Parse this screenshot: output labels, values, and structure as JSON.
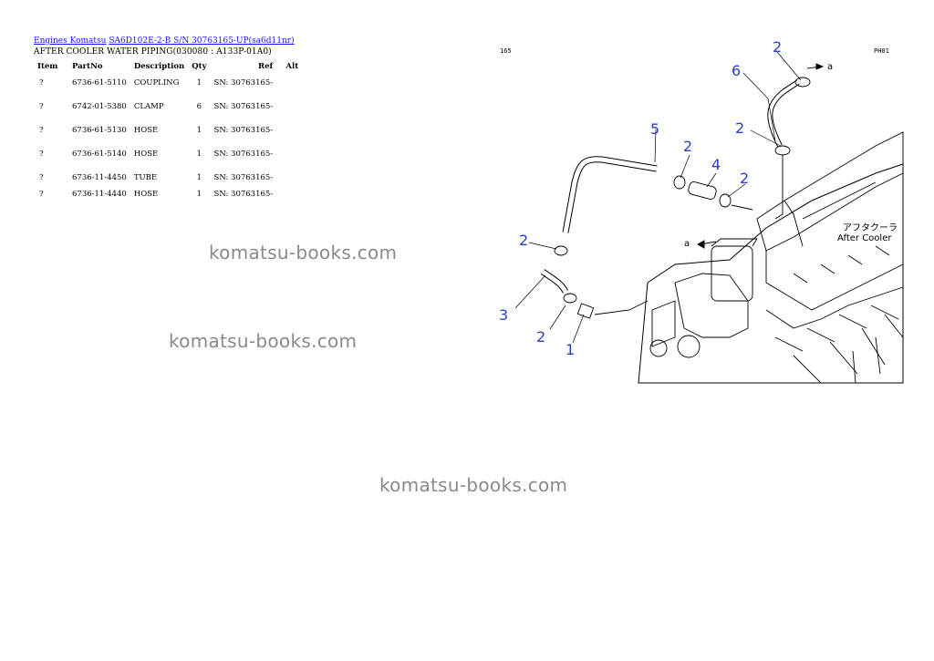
{
  "breadcrumb": {
    "link1": "Engines Komatsu",
    "link2": "SA6D102E-2-B S/N 30763165-UP(sa6d11nr)"
  },
  "page_title": "AFTER COOLER WATER PIPING(030080 : A133P-01A0)",
  "table": {
    "headers": [
      "Item",
      "PartNo",
      "Description",
      "Qty",
      "Ref",
      "Alt"
    ],
    "rows": [
      {
        "item": "?",
        "partno": "6736-61-5110",
        "description": "COUPLING",
        "qty": "1",
        "ref": "SN: 30763165-",
        "alt": ""
      },
      {
        "item": "?",
        "partno": "6742-01-5380",
        "description": "CLAMP",
        "qty": "6",
        "ref": "SN: 30763165-",
        "alt": ""
      },
      {
        "item": "?",
        "partno": "6736-61-5130",
        "description": "HOSE",
        "qty": "1",
        "ref": "SN: 30763165-",
        "alt": ""
      },
      {
        "item": "?",
        "partno": "6736-61-5140",
        "description": "HOSE",
        "qty": "1",
        "ref": "SN: 30763165-",
        "alt": ""
      },
      {
        "item": "?",
        "partno": "6736-11-4450",
        "description": "TUBE",
        "qty": "1",
        "ref": "SN: 30763165-",
        "alt": ""
      },
      {
        "item": "?",
        "partno": "6736-11-4440",
        "description": "HOSE",
        "qty": "1",
        "ref": "SN: 30763165-",
        "alt": ""
      }
    ]
  },
  "watermark": "komatsu-books.com",
  "diagram": {
    "corner_left": "165",
    "corner_right": "PH01",
    "callouts": [
      "1",
      "2",
      "2",
      "2",
      "2",
      "2",
      "2",
      "3",
      "4",
      "5",
      "6"
    ],
    "arrow_label": "a",
    "after_cooler_jp": "アフタクーラ",
    "after_cooler_en": "After Cooler"
  }
}
